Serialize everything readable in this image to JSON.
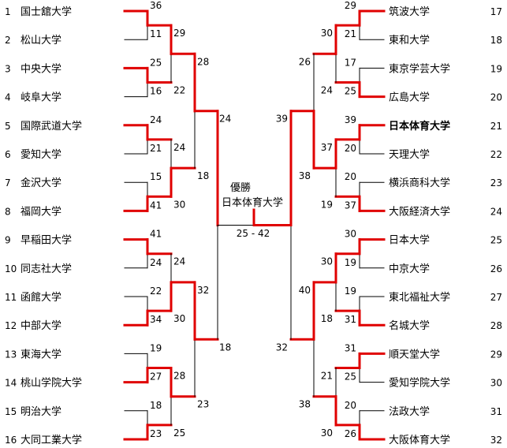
{
  "colors": {
    "winner_line": "#e00000",
    "loser_line": "#000000"
  },
  "champion": {
    "label": "優勝",
    "name": "日本体育大学",
    "final_score": "25 - 42"
  },
  "left_teams": [
    {
      "num": "1",
      "name": "国士舘大学"
    },
    {
      "num": "2",
      "name": "松山大学"
    },
    {
      "num": "3",
      "name": "中央大学"
    },
    {
      "num": "4",
      "name": "岐阜大学"
    },
    {
      "num": "5",
      "name": "国際武道大学"
    },
    {
      "num": "6",
      "name": "愛知大学"
    },
    {
      "num": "7",
      "name": "金沢大学"
    },
    {
      "num": "8",
      "name": "福岡大学"
    },
    {
      "num": "9",
      "name": "早稲田大学"
    },
    {
      "num": "10",
      "name": "同志社大学"
    },
    {
      "num": "11",
      "name": "函館大学"
    },
    {
      "num": "12",
      "name": "中部大学"
    },
    {
      "num": "13",
      "name": "東海大学"
    },
    {
      "num": "14",
      "name": "桃山学院大学"
    },
    {
      "num": "15",
      "name": "明治大学"
    },
    {
      "num": "16",
      "name": "大同工業大学"
    }
  ],
  "right_teams": [
    {
      "num": "17",
      "name": "筑波大学"
    },
    {
      "num": "18",
      "name": "東和大学"
    },
    {
      "num": "19",
      "name": "東京学芸大学"
    },
    {
      "num": "20",
      "name": "広島大学"
    },
    {
      "num": "21",
      "name": "日本体育大学"
    },
    {
      "num": "22",
      "name": "天理大学"
    },
    {
      "num": "23",
      "name": "横浜商科大学"
    },
    {
      "num": "24",
      "name": "大阪経済大学"
    },
    {
      "num": "25",
      "name": "日本大学"
    },
    {
      "num": "26",
      "name": "中京大学"
    },
    {
      "num": "27",
      "name": "東北福祉大学"
    },
    {
      "num": "28",
      "name": "名城大学"
    },
    {
      "num": "29",
      "name": "順天堂大学"
    },
    {
      "num": "30",
      "name": "愛知学院大学"
    },
    {
      "num": "31",
      "name": "法政大学"
    },
    {
      "num": "32",
      "name": "大阪体育大学"
    }
  ],
  "left_r1": [
    {
      "a": "36",
      "b": "11",
      "w": 0
    },
    {
      "a": "25",
      "b": "16",
      "w": 0
    },
    {
      "a": "24",
      "b": "21",
      "w": 0
    },
    {
      "a": "15",
      "b": "41",
      "w": 1
    },
    {
      "a": "41",
      "b": "24",
      "w": 0
    },
    {
      "a": "22",
      "b": "34",
      "w": 1
    },
    {
      "a": "19",
      "b": "27",
      "w": 1
    },
    {
      "a": "18",
      "b": "23",
      "w": 1
    }
  ],
  "left_r2": [
    {
      "a": "29",
      "b": "22",
      "w": 0
    },
    {
      "a": "24",
      "b": "30",
      "w": 1
    },
    {
      "a": "24",
      "b": "30",
      "w": 1
    },
    {
      "a": "28",
      "b": "25",
      "w": 0
    }
  ],
  "left_r3": [
    {
      "a": "28",
      "b": "18",
      "w": 0
    },
    {
      "a": "32",
      "b": "23",
      "w": 0
    }
  ],
  "left_r4": {
    "a": "24",
    "b": "18",
    "w": 0
  },
  "right_r1": [
    {
      "a": "29",
      "b": "21",
      "w": 0
    },
    {
      "a": "17",
      "b": "25",
      "w": 1
    },
    {
      "a": "39",
      "b": "20",
      "w": 0
    },
    {
      "a": "20",
      "b": "37",
      "w": 1
    },
    {
      "a": "30",
      "b": "19",
      "w": 0
    },
    {
      "a": "19",
      "b": "31",
      "w": 1
    },
    {
      "a": "31",
      "b": "25",
      "w": 0
    },
    {
      "a": "20",
      "b": "26",
      "w": 1
    }
  ],
  "right_r2": [
    {
      "a": "30",
      "b": "24",
      "w": 0
    },
    {
      "a": "37",
      "b": "19",
      "w": 0
    },
    {
      "a": "30",
      "b": "18",
      "w": 0
    },
    {
      "a": "21",
      "b": "30",
      "w": 1
    }
  ],
  "right_r3": [
    {
      "a": "26",
      "b": "38",
      "w": 1
    },
    {
      "a": "40",
      "b": "38",
      "w": 0
    }
  ],
  "right_r4": {
    "a": "39",
    "b": "32",
    "w": 0
  }
}
